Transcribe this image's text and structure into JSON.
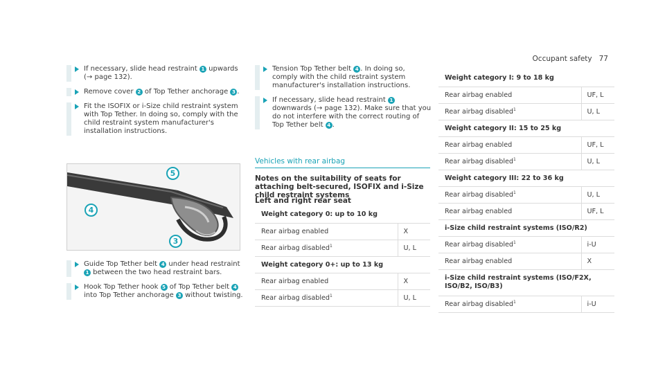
{
  "header": {
    "section": "Occupant safety",
    "page_number": "77"
  },
  "left_steps_top": [
    {
      "parts": [
        {
          "t": "If necessary, slide head restraint "
        },
        {
          "n": "1"
        },
        {
          "t": " upwards ("
        },
        {
          "r": "→"
        },
        {
          "t": " page 132)."
        }
      ]
    },
    {
      "parts": [
        {
          "t": "Remove cover "
        },
        {
          "n": "2"
        },
        {
          "t": " of Top Tether anchorage "
        },
        {
          "n": "3"
        },
        {
          "t": "."
        }
      ]
    },
    {
      "parts": [
        {
          "t": "Fit the ISOFIX or i-Size child restraint system with Top Tether. In doing so, comply with the child restraint system manufacturer's installation instructions."
        }
      ]
    }
  ],
  "figure": {
    "callouts": [
      "5",
      "4",
      "3"
    ]
  },
  "left_steps_bottom": [
    {
      "parts": [
        {
          "t": "Guide Top Tether belt "
        },
        {
          "n": "4"
        },
        {
          "t": " under head restraint "
        },
        {
          "n": "1"
        },
        {
          "t": " between the two head restraint bars."
        }
      ]
    },
    {
      "parts": [
        {
          "t": "Hook Top Tether hook "
        },
        {
          "n": "5"
        },
        {
          "t": " of Top Tether belt "
        },
        {
          "n": "4"
        },
        {
          "t": " into Top Tether anchorage "
        },
        {
          "n": "3"
        },
        {
          "t": " without twisting."
        }
      ]
    }
  ],
  "middle_steps": [
    {
      "parts": [
        {
          "t": "Tension Top Tether belt "
        },
        {
          "n": "4"
        },
        {
          "t": ". In doing so, comply with the child restraint system manufacturer's installation instructions."
        }
      ]
    },
    {
      "parts": [
        {
          "t": "If necessary, slide head restraint "
        },
        {
          "n": "1"
        },
        {
          "t": " downwards ("
        },
        {
          "r": "→"
        },
        {
          "t": " page 132). Make sure that you do not interfere with the correct routing of Top Tether belt "
        },
        {
          "n": "4"
        },
        {
          "t": "."
        }
      ]
    }
  ],
  "section_title": "Vehicles with rear airbag",
  "notes_heading": "Notes on the suitability of seats for attaching belt-secured, ISOFIX and i-Size child restraint systems",
  "seat_heading": "Left and right rear seat",
  "table_middle": [
    {
      "type": "cat",
      "label": "Weight category 0: up to 10 kg"
    },
    {
      "type": "row",
      "label": "Rear airbag enabled",
      "value": "X"
    },
    {
      "type": "row",
      "label": "Rear airbag disabled",
      "sup": "1",
      "value": "U, L"
    },
    {
      "type": "cat",
      "label": "Weight category 0+: up to 13 kg"
    },
    {
      "type": "row",
      "label": "Rear airbag enabled",
      "value": "X"
    },
    {
      "type": "row",
      "label": "Rear airbag disabled",
      "sup": "1",
      "value": "U, L"
    }
  ],
  "table_right": [
    {
      "type": "cat",
      "label": "Weight category I: 9 to 18 kg"
    },
    {
      "type": "row",
      "label": "Rear airbag enabled",
      "value": "UF, L"
    },
    {
      "type": "row",
      "label": "Rear airbag disabled",
      "sup": "1",
      "value": "U, L"
    },
    {
      "type": "cat",
      "label": "Weight category II: 15 to 25 kg"
    },
    {
      "type": "row",
      "label": "Rear airbag enabled",
      "value": "UF, L"
    },
    {
      "type": "row",
      "label": "Rear airbag disabled",
      "sup": "1",
      "value": "U, L"
    },
    {
      "type": "cat",
      "label": "Weight category III: 22 to 36 kg"
    },
    {
      "type": "row",
      "label": "Rear airbag disabled",
      "sup": "1",
      "value": "U, L"
    },
    {
      "type": "row",
      "label": "Rear airbag enabled",
      "value": "UF, L"
    },
    {
      "type": "cat",
      "label": "i-Size child restraint systems (ISO/R2)"
    },
    {
      "type": "row",
      "label": "Rear airbag disabled",
      "sup": "1",
      "value": "i-U"
    },
    {
      "type": "row",
      "label": "Rear airbag enabled",
      "value": "X"
    },
    {
      "type": "cat2",
      "label": "i-Size child restraint systems (ISO/F2X, ISO/B2, ISO/B3)"
    },
    {
      "type": "row",
      "label": "Rear airbag disabled",
      "sup": "1",
      "value": "i-U"
    }
  ],
  "colors": {
    "accent": "#1aa3b6",
    "step_bar": "#e4eef0",
    "text": "#3c3c3c"
  }
}
